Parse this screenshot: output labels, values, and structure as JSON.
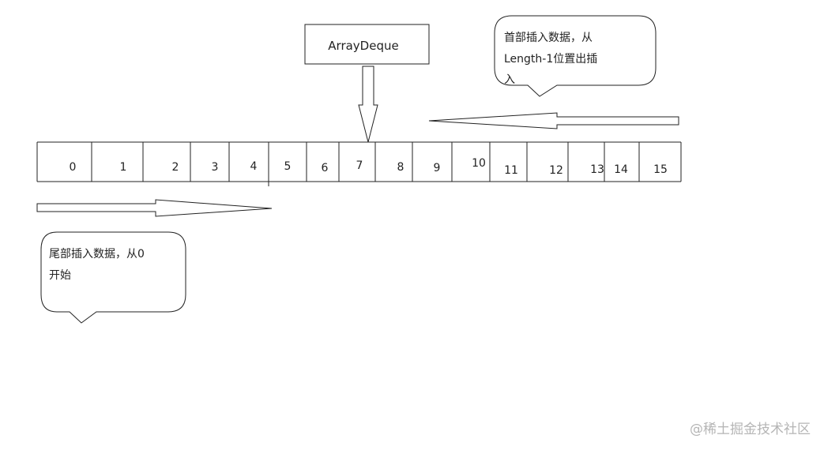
{
  "class_box": {
    "label": "ArrayDeque"
  },
  "array": {
    "indices": [
      "0",
      "1",
      "2",
      "3",
      "4",
      "5",
      "6",
      "7",
      "8",
      "9",
      "10",
      "11",
      "12",
      "13",
      "14",
      "15"
    ]
  },
  "head_note": {
    "lines": [
      "首部插入数据，从",
      "Length-1位置出插",
      "入"
    ]
  },
  "tail_note": {
    "lines": [
      "尾部插入数据，从0",
      "开始"
    ]
  },
  "watermark": {
    "text": "@稀土掘金技术社区"
  },
  "colors": {
    "stroke": "#222222",
    "text": "#222222",
    "watermark": "#b5b5b5"
  }
}
